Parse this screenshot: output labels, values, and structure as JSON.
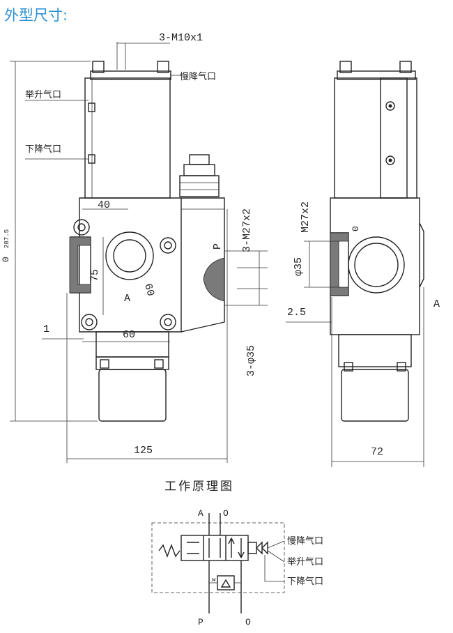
{
  "heading": "外型尺寸:",
  "dimensions": {
    "m10": "3-M10x1",
    "m27_front": "3-M27x2",
    "m27_side": "M27x2",
    "phi35_front": "3-φ35",
    "phi35_side": "φ35",
    "d40": "40",
    "d75": "75",
    "d60_diag": "60",
    "d60_horiz": "60",
    "d1": "1",
    "d2_5": "2.5",
    "d125": "125",
    "d72": "72",
    "d287_5": "287.5",
    "zero_left": "0",
    "zero_side": "0"
  },
  "labels": {
    "slow_down_air_port": "慢降气口",
    "lift_air_port": "举升气口",
    "down_air_port": "下降气口",
    "port_a": "A",
    "port_p": "P",
    "side_a": "A"
  },
  "schematic": {
    "title": "工作原理图",
    "port_a": "A",
    "port_o_top": "O",
    "port_p": "P",
    "port_o_bottom": "O",
    "slow_down": "慢降气口",
    "lift": "举升气口",
    "down": "下降气口",
    "w_mark": "w"
  }
}
